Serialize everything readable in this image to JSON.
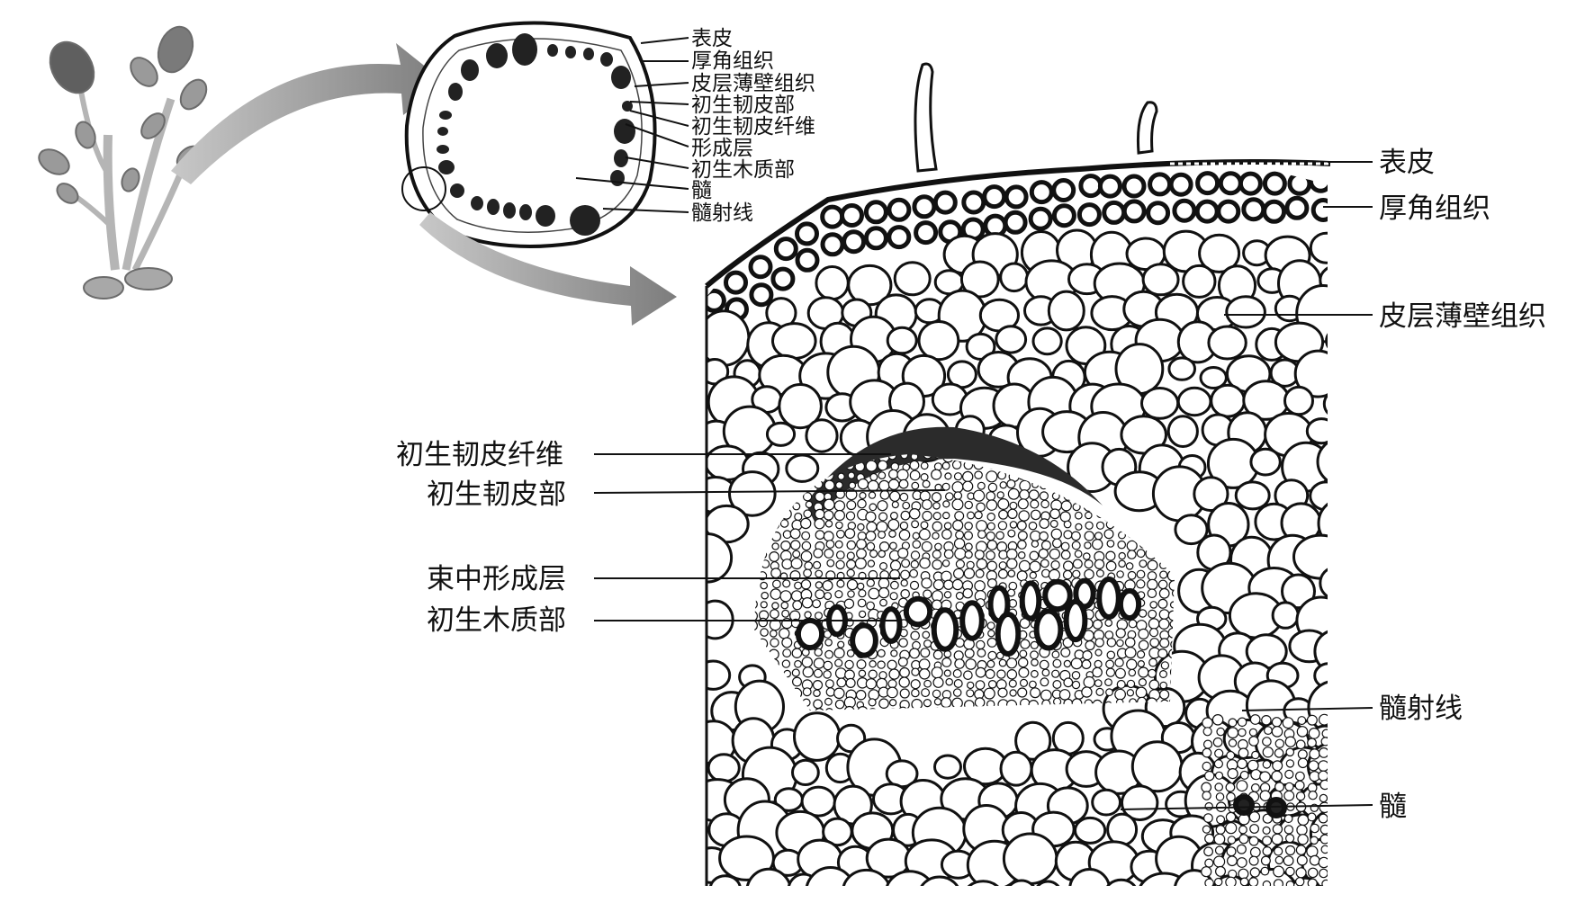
{
  "overview_labels": [
    "表皮",
    "厚角组织",
    "皮层薄壁组织",
    "初生韧皮部",
    "初生韧皮纤维",
    "形成层",
    "初生木质部",
    "髓",
    "髓射线"
  ],
  "detail_labels_right": [
    "表皮",
    "厚角组织",
    "皮层薄壁组织",
    "髓射线",
    "髓"
  ],
  "detail_labels_left": [
    "初生韧皮纤维",
    "初生韧皮部",
    "束中形成层",
    "初生木质部"
  ],
  "colors": {
    "ink": "#111111",
    "arrow": "#8f8f8f",
    "plant": "#9a9a9a"
  }
}
